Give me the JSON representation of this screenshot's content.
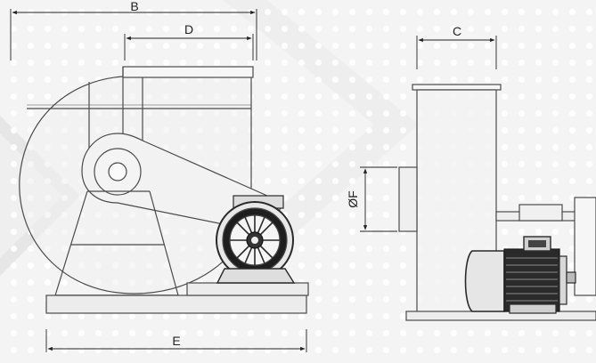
{
  "dimensions": {
    "b": "B",
    "d": "D",
    "e": "E",
    "c": "C",
    "f": "ØF"
  },
  "colors": {
    "line": "#4a4a4a",
    "fill_light": "#ececec",
    "fill_white": "#fafafa",
    "motor_dark": "#2a2a2a",
    "background": "#f4f4f4"
  },
  "icons": {
    "fan_side_view": "centrifugal-fan-side-elevation",
    "fan_front_view": "centrifugal-fan-front-elevation",
    "motor": "electric-motor"
  }
}
